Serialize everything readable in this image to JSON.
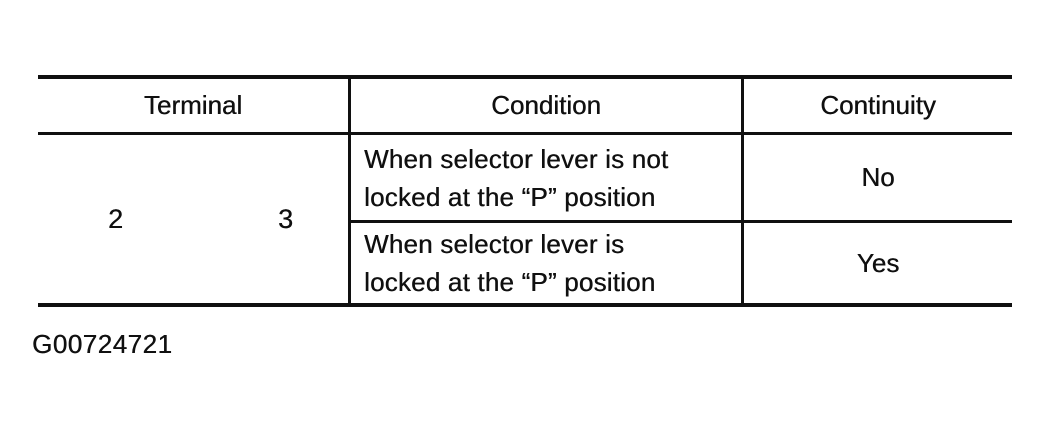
{
  "table": {
    "headers": [
      "Terminal",
      "Condition",
      "Continuity"
    ],
    "terminal_pair": [
      "2",
      "3"
    ],
    "rows": [
      {
        "condition": "When selector lever is not locked at the “P” position",
        "condition_line1": "When selector lever is not",
        "condition_line2": "locked at the “P” position",
        "continuity": "No"
      },
      {
        "condition": "When selector lever is locked at the “P” position",
        "condition_line1": "When selector lever is",
        "condition_line2": "locked at the “P” position",
        "continuity": "Yes"
      }
    ]
  },
  "caption": "G00724721",
  "colors": {
    "ink": "#101010",
    "background": "#ffffff"
  }
}
